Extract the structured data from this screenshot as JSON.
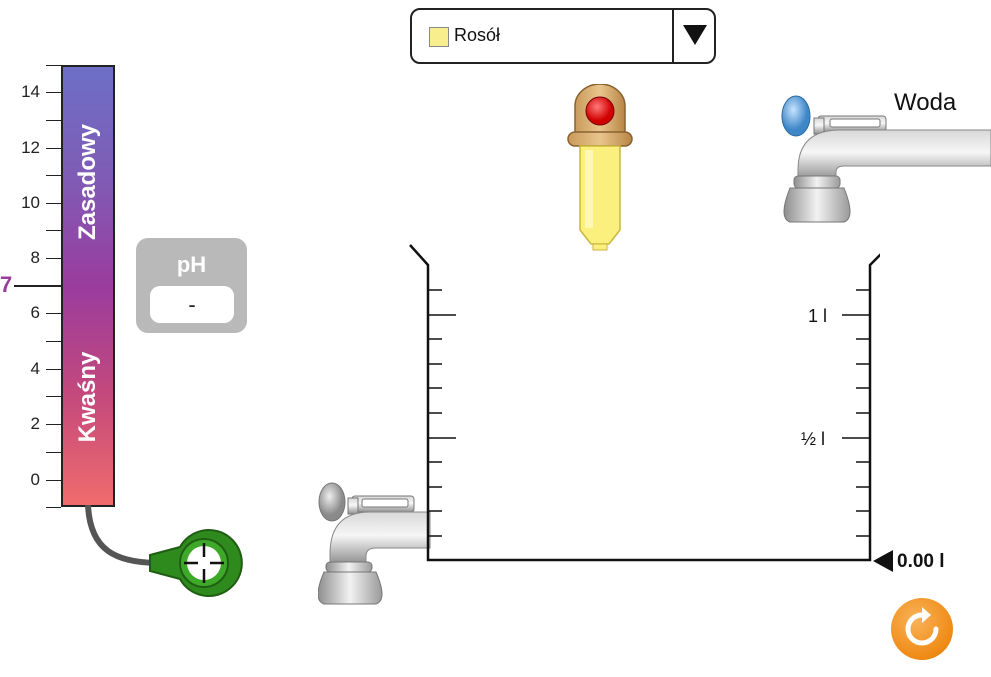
{
  "solute_selector": {
    "selected_label": "Rosół",
    "swatch_color": "#f8ee8d"
  },
  "ph_scale": {
    "basic_label": "Zasadowy",
    "acidic_label": "Kwaśny",
    "tick_labels": [
      "14",
      "12",
      "10",
      "8",
      "6",
      "4",
      "2",
      "0"
    ],
    "neutral_marker": "7",
    "neutral_color": "#9a3c9e"
  },
  "ph_meter": {
    "title": "pH",
    "value": "-"
  },
  "water_faucet": {
    "label": "Woda"
  },
  "beaker": {
    "label_full": "1 l",
    "label_half": "½ l",
    "volume_readout": "0.00 l"
  },
  "icons": {
    "dropper": "dropper-icon",
    "probe": "crosshair-probe-icon",
    "faucet": "faucet-icon",
    "reset": "reset-icon"
  }
}
